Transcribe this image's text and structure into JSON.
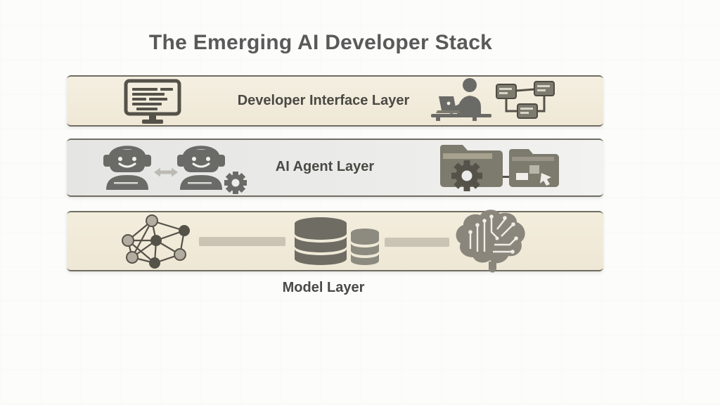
{
  "title": "The Emerging AI Developer Stack",
  "layers": [
    {
      "id": "developer-interface-layer",
      "label": "Developer Interface Layer",
      "icons": [
        "monitor-code-icon",
        "developer-at-laptop-icon",
        "flowchart-icon"
      ]
    },
    {
      "id": "ai-agent-layer",
      "label": "AI Agent Layer",
      "icons": [
        "robot-icon",
        "exchange-arrow-icon",
        "robot-gear-icon",
        "folder-gear-icon",
        "folder-files-icon"
      ]
    },
    {
      "id": "model-layer",
      "label": "Model Layer",
      "icons": [
        "neural-network-icon",
        "database-icon",
        "brain-circuit-icon"
      ]
    }
  ],
  "colors": {
    "page_bg": "#fcfcfb",
    "band_border": "#6f6c62",
    "title_text": "#595959",
    "label_text": "#4a4944",
    "icon_dark": "#55524a",
    "icon_gray": "#6a6a66",
    "icon_mid": "#7d7a6e",
    "icon_light": "#b2ada0",
    "connector": "#c9c4b4"
  }
}
